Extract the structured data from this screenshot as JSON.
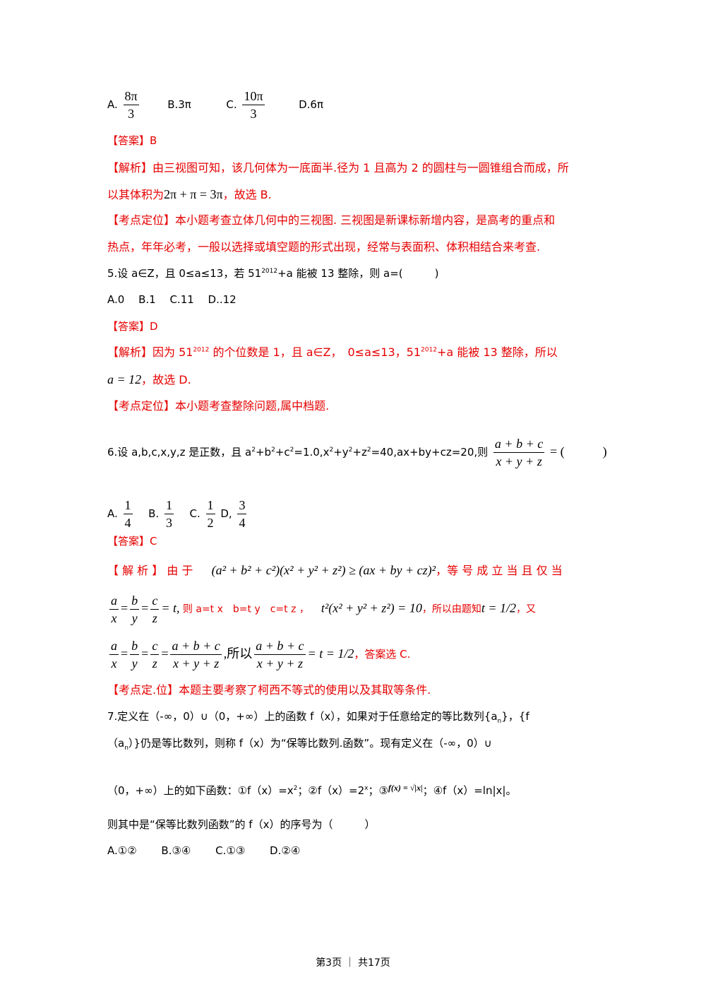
{
  "q4": {
    "opt_a_label": "A.",
    "opt_a_num": "8π",
    "opt_a_den": "3",
    "opt_b": "B.3π",
    "opt_c_label": "C.",
    "opt_c_num": "10π",
    "opt_c_den": "3",
    "opt_d": "D.6π",
    "answer": "【答案】B",
    "analysis_1": "【解析】由三视图可知，该几何体为一底面半.径为 1 且高为 2 的圆柱与一圆锥组合而成，所",
    "analysis_2a": "以其体积为",
    "analysis_2_math": "2π + π = 3π",
    "analysis_2b": "，故选 B.",
    "kaodian_1": "【考点定位】本小题考查立体几何中的三视图. 三视图是新课标新增内容，是高考的重点和",
    "kaodian_2": "热点，年年必考，一般以选择或填空题的形式出现，经常与表面积、体积相结合来考查."
  },
  "q5": {
    "stem_a": "5.设 a∈Z，且 0≤a≤13，若 51",
    "stem_sup": "2012",
    "stem_b": "+a 能被 13 整除，则 a=(　　　)",
    "options": "A.0　 B.1　 C.11　 D..12",
    "answer": "【答案】D",
    "analysis_1a": "【解析】因为 51",
    "analysis_1_sup": "2012",
    "analysis_1b": " 的个位数是 1，且 a∈Z，　0≤a≤13，51",
    "analysis_1_sup2": "2012",
    "analysis_1c": "+a 能被 13 整除，所以",
    "analysis_2_math": "a = 12",
    "analysis_2b": "，故选 D.",
    "kaodian": "【考点定位】本小题考查整除问题,属中档题."
  },
  "q6": {
    "stem_a": "6.设 a,b,c,x,y,z 是正数，且 a",
    "stem_b": "+b",
    "stem_c": "+c",
    "stem_d": "=1.0,x",
    "stem_e": "+y",
    "stem_f": "+z",
    "stem_g": "=40,ax+by+cz=20,则",
    "stem_num": "a + b + c",
    "stem_den": "x + y + z",
    "stem_h": "= (　　　)",
    "sq": "2",
    "opt_a": "A.",
    "opt_b": "B.",
    "opt_c": "C.",
    "opt_d": "D,",
    "one": "1",
    "three": "3",
    "four": "4",
    "two": "2",
    "answer": "【答案】C",
    "analysis_1a": "【 解 析 】 由 于",
    "analysis_1_math": "(a² + b² + c²)(x² + y² + z²) ≥ (ax + by + cz)²",
    "analysis_1b": "，等 号 成 立 当 且 仅 当",
    "analysis_2a": "则 a=t x　b=t y　c=t z ，",
    "analysis_2_math": "t²(x² + y² + z²) = 10",
    "analysis_2b": "，所以由题知",
    "analysis_2_math2": "t = 1/2",
    "analysis_2c": "，又",
    "frac_a": "a",
    "frac_b": "b",
    "frac_c": "c",
    "frac_x": "x",
    "frac_y": "y",
    "frac_z": "z",
    "eq_t": "= t,",
    "analysis_3_mid": ",所以",
    "analysis_3_end": "= t = 1/2",
    "analysis_3b": "，答案选 C.",
    "kaodian": "【考点定.位】本题主要考察了柯西不等式的使用以及其取等条件."
  },
  "q7": {
    "stem_1": "7.定义在（-∞，0）∪（0，+∞）上的函数 f（x），如果对于任意给定的等比数列{a",
    "stem_1_sub": "n",
    "stem_1b": "}，{f",
    "stem_2a": "（a",
    "stem_2_sub": "n",
    "stem_2b": "）}仍是等比数列，则称 f（x）为“保等比数列.函数”。现有定义在（-∞，0）∪",
    "stem_3a": "（0，+∞）上的如下函数：①f（x）=x",
    "stem_3_sup": "2",
    "stem_3b": "；②f（x）=2",
    "stem_3_sup2": "x",
    "stem_3c": "；③",
    "stem_3_img": "f(x) = √|x|",
    "stem_3d": "；④f（x）=ln|x|。",
    "stem_4": "则其中是“保等比数列函数”的 f（x）的序号为（　　　）",
    "options": "A.①②　　 B.③④　　 C.①③　　 D.②④"
  },
  "footer": "第3页 ｜ 共17页"
}
